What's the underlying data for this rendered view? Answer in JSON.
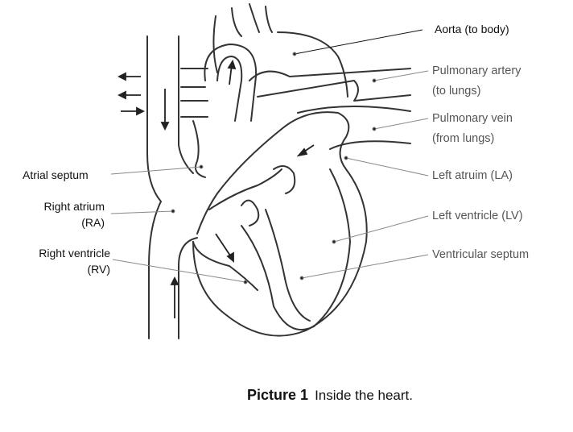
{
  "figure": {
    "labels": {
      "aorta": "Aorta (to body)",
      "pulmonary_artery": [
        "Pulmonary artery",
        "(to lungs)"
      ],
      "pulmonary_vein": [
        "Pulmonary vein",
        "(from lungs)"
      ],
      "left_atrium": "Left atruim (LA)",
      "left_ventricle": "Left ventricle (LV)",
      "ventricular_septum": "Ventricular septum",
      "atrial_septum": "Atrial septum",
      "right_atrium": [
        "Right atrium",
        "(RA)"
      ],
      "right_ventricle": [
        "Right ventricle",
        "(RV)"
      ]
    },
    "caption": {
      "number": "Picture 1",
      "text": "Inside the heart."
    }
  }
}
